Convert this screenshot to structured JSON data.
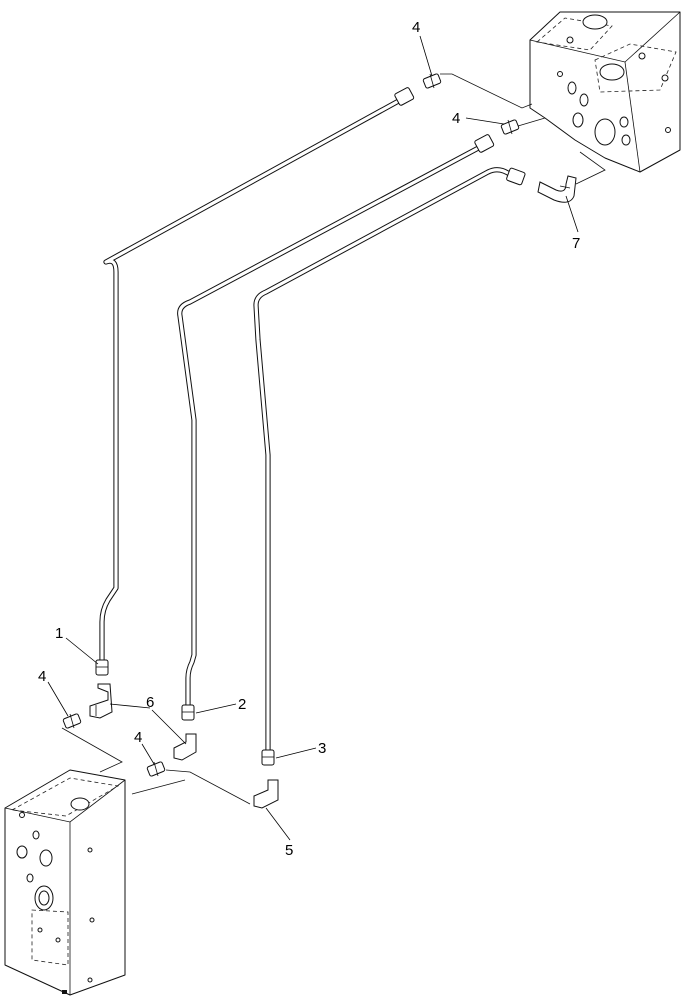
{
  "callouts": {
    "c1": "1",
    "c2": "2",
    "c3": "3",
    "c4a": "4",
    "c4b": "4",
    "c4c": "4",
    "c4d": "4",
    "c5": "5",
    "c6": "6",
    "c7": "7"
  }
}
